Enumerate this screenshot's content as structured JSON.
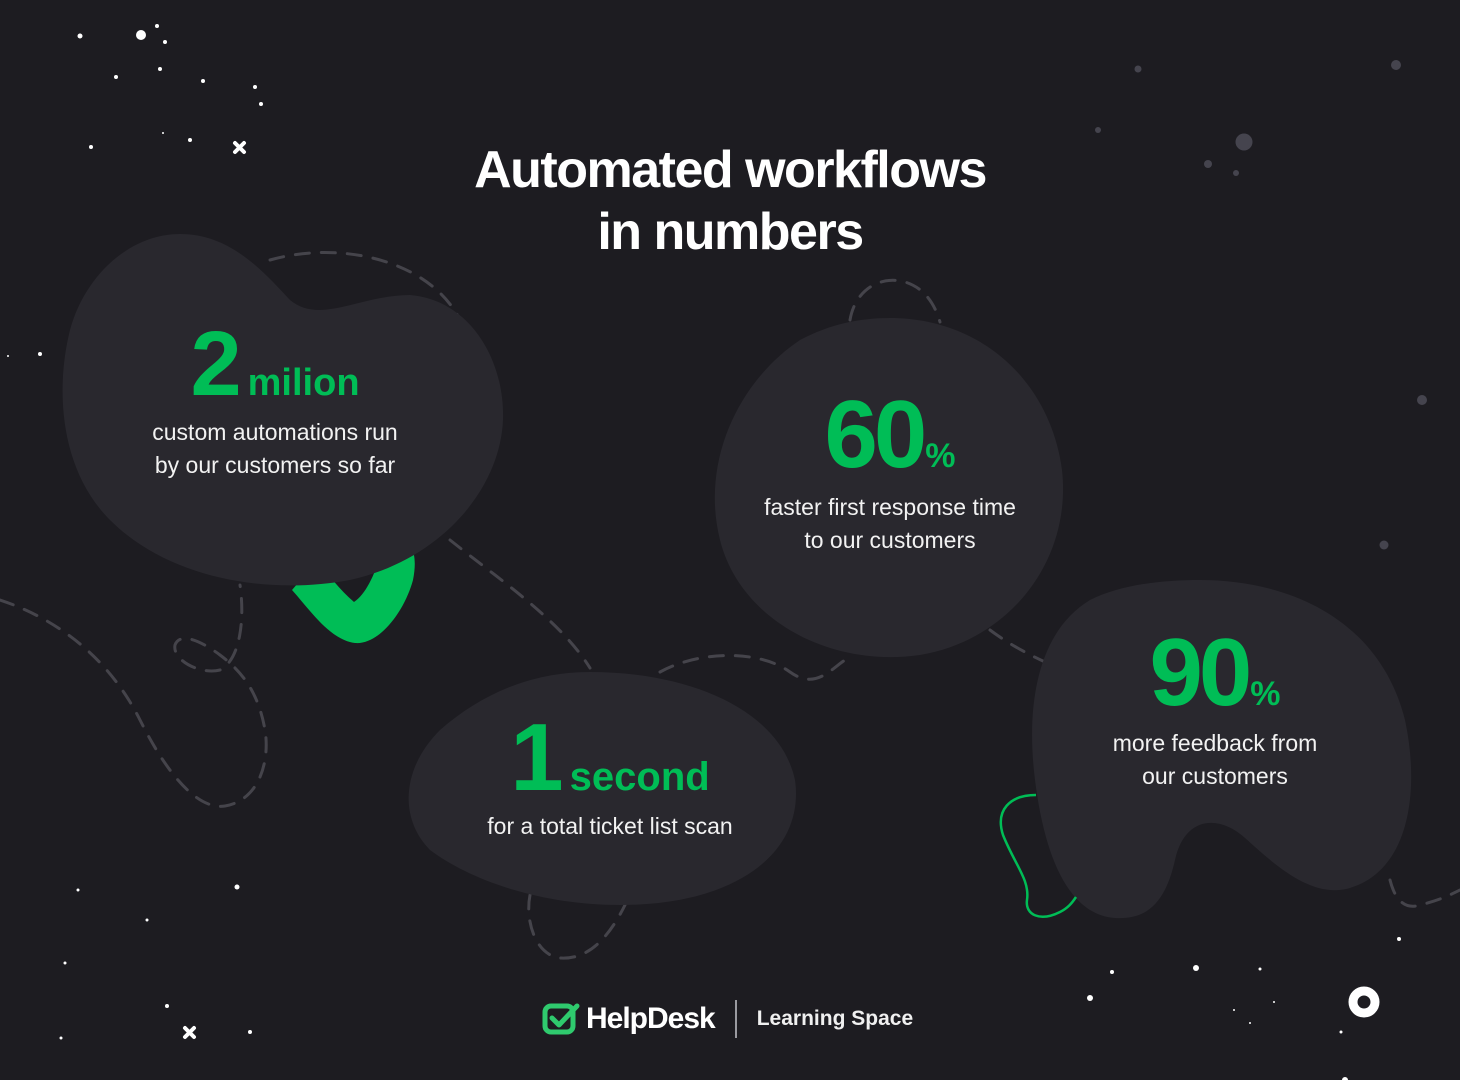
{
  "title": {
    "line1": "Automated workflows",
    "line2": "in numbers"
  },
  "stats": [
    {
      "number": "2",
      "unit": "milion",
      "desc_line1": "custom automations run",
      "desc_line2": "by our customers so far"
    },
    {
      "number": "60",
      "unit": "%",
      "desc_line1": "faster first response time",
      "desc_line2": "to our customers"
    },
    {
      "number": "1",
      "unit": "second",
      "desc_line1": "for a total ticket list scan",
      "desc_line2": ""
    },
    {
      "number": "90",
      "unit": "%",
      "desc_line1": "more feedback from",
      "desc_line2": "our customers"
    }
  ],
  "footer": {
    "brand": "HelpDesk",
    "sub_brand": "Learning Space",
    "logo_icon": "check-square-icon"
  },
  "colors": {
    "background": "#1d1c21",
    "blob": "#29282e",
    "accent": "#00bd56",
    "dash": "#45444b",
    "muted_dot": "#45444e"
  }
}
